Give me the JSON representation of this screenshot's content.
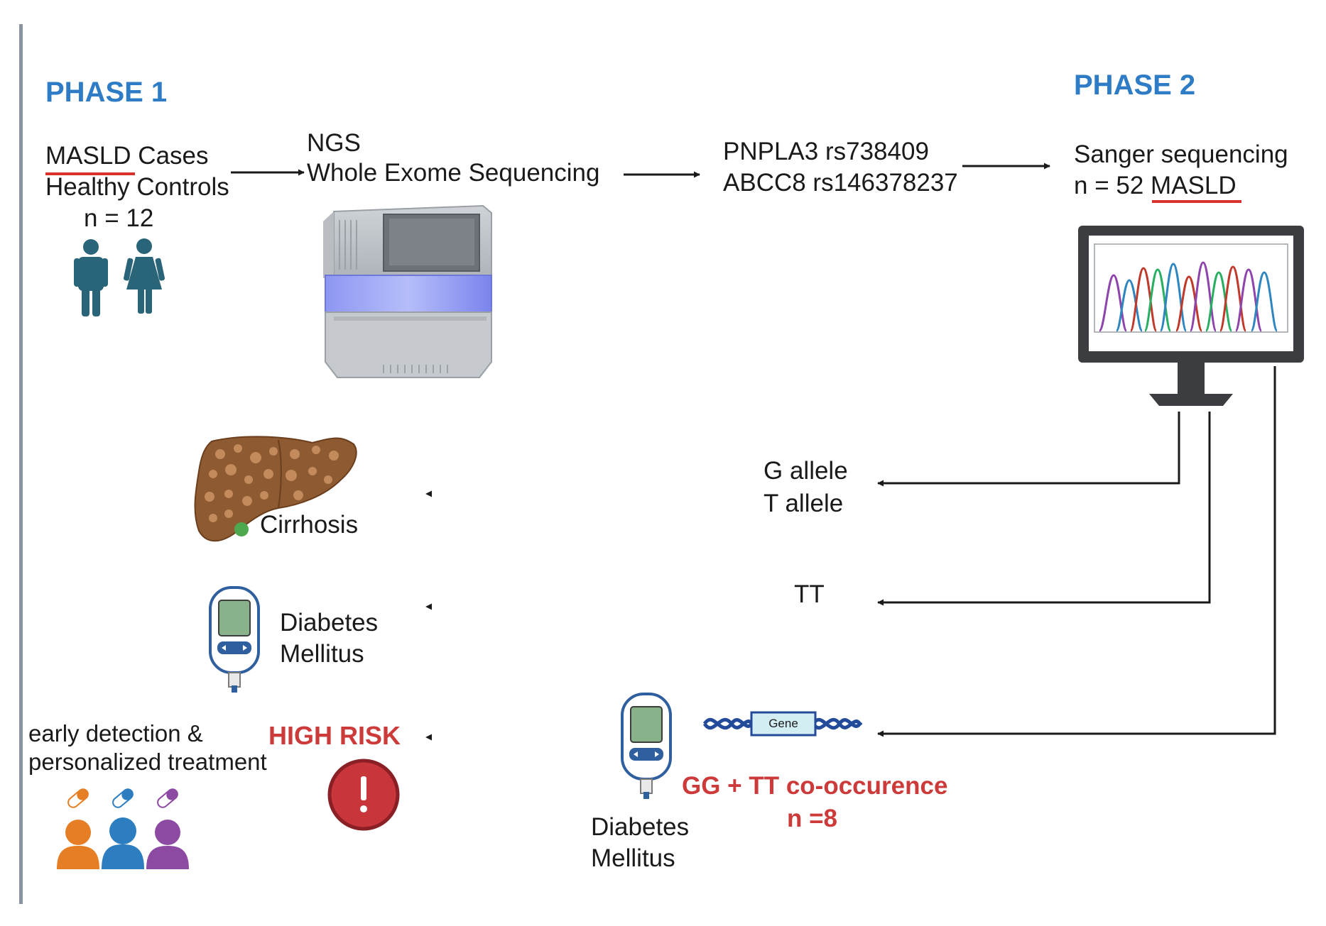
{
  "phase1": {
    "title": "PHASE 1",
    "cases_label": "MASLD Cases",
    "controls_label": "Healthy Controls",
    "n_label": "n = 12"
  },
  "ngs": {
    "line1": "NGS",
    "line2": "Whole Exome Sequencing"
  },
  "variants": {
    "line1": "PNPLA3 rs738409",
    "line2": "ABCC8 rs146378237"
  },
  "phase2": {
    "title": "PHASE 2",
    "line1": "Sanger sequencing",
    "n_prefix": "n = 52 ",
    "n_group": "MASLD"
  },
  "outcomes": {
    "alleles": [
      "G allele",
      "T allele"
    ],
    "cirrhosis": "Cirrhosis",
    "genotype_tt": "TT",
    "diabetes": [
      "Diabetes",
      "Mellitus"
    ],
    "gene_label": "Gene",
    "cooccurrence": "GG + TT co-occurence",
    "cooccurrence_n": "n =8",
    "diabetes2": [
      "Diabetes",
      "Mellitus"
    ],
    "high_risk": "HIGH RISK",
    "early_detection": [
      "early detection &",
      "personalized treatment"
    ]
  },
  "colors": {
    "phase_blue": "#2f7cc6",
    "alert_red": "#cc3a3a",
    "person_teal": "#2a6478",
    "orange": "#e57e25",
    "blue": "#2c7ec0",
    "purple": "#8c4aa3"
  },
  "icons": [
    "person-male-icon",
    "person-female-icon",
    "sequencer-icon",
    "monitor-chromatogram-icon",
    "liver-icon",
    "glucometer-icon",
    "dna-gene-icon",
    "alert-icon",
    "pill-icon",
    "patient-group-icon"
  ]
}
